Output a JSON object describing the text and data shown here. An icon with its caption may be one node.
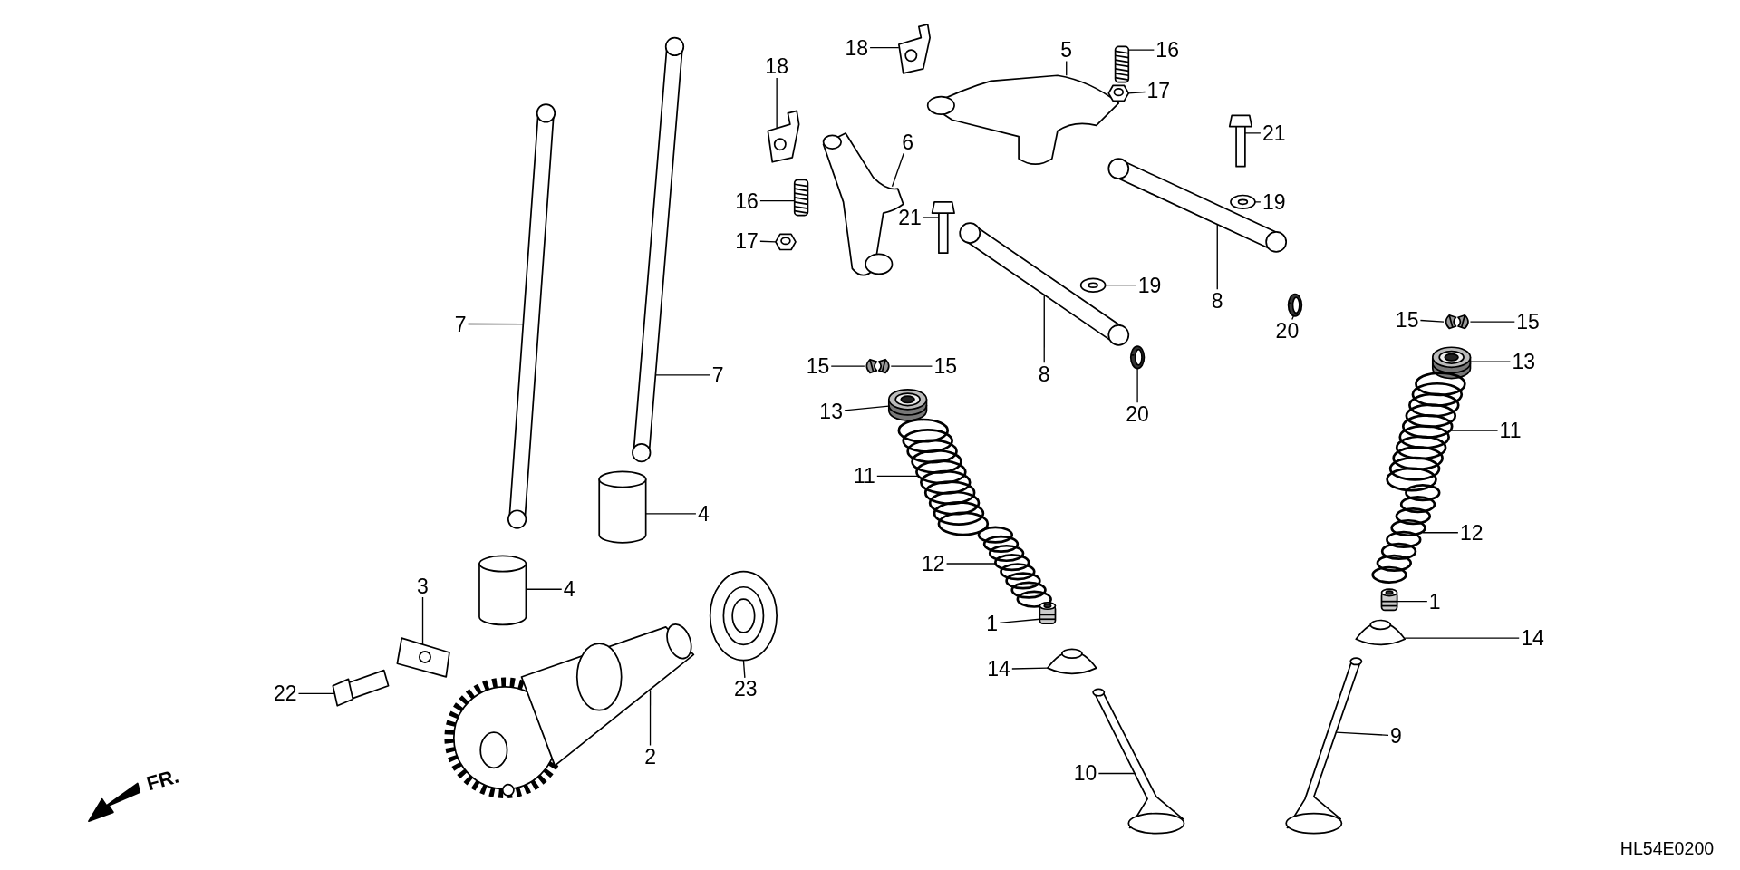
{
  "diagram": {
    "nodes": [
      {
        "text": [
          "18"
        ]
      },
      {
        "text": [
          "18"
        ]
      },
      {
        "text": [
          "5"
        ]
      },
      {
        "text": [
          "16"
        ]
      },
      {
        "text": [
          "17"
        ]
      },
      {
        "text": [
          "6"
        ]
      },
      {
        "text": [
          "21"
        ]
      },
      {
        "text": [
          "16"
        ]
      },
      {
        "text": [
          "17"
        ]
      },
      {
        "text": [
          "21"
        ]
      },
      {
        "text": [
          "19"
        ]
      },
      {
        "text": [
          "7"
        ]
      },
      {
        "text": [
          "19"
        ]
      },
      {
        "text": [
          "8"
        ]
      },
      {
        "text": [
          "20"
        ]
      },
      {
        "text": [
          "15"
        ]
      },
      {
        "text": [
          "15"
        ]
      },
      {
        "text": [
          "7"
        ]
      },
      {
        "text": [
          "15"
        ]
      },
      {
        "text": [
          "15"
        ]
      },
      {
        "text": [
          "8"
        ]
      },
      {
        "text": [
          "13"
        ]
      },
      {
        "text": [
          "13"
        ]
      },
      {
        "text": [
          "20"
        ]
      },
      {
        "text": [
          "11"
        ]
      },
      {
        "text": [
          "11"
        ]
      },
      {
        "text": [
          "4"
        ]
      },
      {
        "text": [
          "12"
        ]
      },
      {
        "text": [
          "12"
        ]
      },
      {
        "text": [
          "4"
        ]
      },
      {
        "text": [
          "3"
        ]
      },
      {
        "text": [
          "1"
        ]
      },
      {
        "text": [
          "1"
        ]
      },
      {
        "text": [
          "14"
        ]
      },
      {
        "text": [
          "14"
        ]
      },
      {
        "text": [
          "22"
        ]
      },
      {
        "text": [
          "23"
        ]
      },
      {
        "text": [
          "9"
        ]
      },
      {
        "text": [
          "2"
        ]
      },
      {
        "text": [
          "10"
        ]
      },
      {
        "text": [],
        "shape": "picture"
      },
      {
        "text": [],
        "shape": "picture"
      },
      {
        "text": [],
        "shape": "picture"
      },
      {
        "text": [],
        "shape": "picture"
      },
      {
        "text": [],
        "shape": "picture"
      },
      {
        "text": [],
        "shape": "picture"
      },
      {
        "text": [],
        "shape": "picture"
      },
      {
        "text": [],
        "shape": "picture"
      },
      {
        "text": [],
        "shape": "picture"
      },
      {
        "text": [],
        "shape": "picture"
      },
      {
        "text": [],
        "shape": "picture"
      },
      {
        "text": [],
        "shape": "picture"
      },
      {
        "text": [],
        "shape": "picture"
      },
      {
        "text": [],
        "shape": "picture"
      },
      {
        "text": [],
        "shape": "picture"
      },
      {
        "text": [],
        "shape": "picture"
      },
      {
        "text": [],
        "shape": "picture"
      },
      {
        "text": [],
        "shape": "picture"
      },
      {
        "text": [],
        "shape": "picture"
      },
      {
        "text": [],
        "shape": "picture"
      },
      {
        "text": [],
        "shape": "picture"
      },
      {
        "text": [],
        "shape": "picture"
      },
      {
        "text": [],
        "shape": "picture"
      },
      {
        "text": [],
        "shape": "picture"
      },
      {
        "text": [],
        "shape": "picture"
      },
      {
        "text": [],
        "shape": "picture"
      },
      {
        "text": [],
        "shape": "picture"
      },
      {
        "text": [],
        "shape": "picture"
      },
      {
        "text": [],
        "shape": "picture"
      },
      {
        "text": [],
        "shape": "picture"
      },
      {
        "text": [],
        "shape": "picture"
      },
      {
        "text": [],
        "shape": "picture"
      },
      {
        "text": [],
        "shape": "picture"
      },
      {
        "text": [],
        "shape": "picture"
      },
      {
        "text": [],
        "shape": "picture"
      },
      {
        "text": [],
        "shape": "picture"
      },
      {
        "text": [],
        "shape": "picture"
      },
      {
        "text": [],
        "shape": "picture"
      },
      {
        "text": [],
        "shape": "picture"
      },
      {
        "text": [],
        "shape": "picture"
      }
    ],
    "edges": [
      {
        "from": 0,
        "to": 52,
        "arrow": "none"
      },
      {
        "from": 1,
        "to": 53,
        "arrow": "none"
      },
      {
        "from": 2,
        "to": 49,
        "arrow": "none"
      },
      {
        "from": 3,
        "to": 55,
        "arrow": "none"
      },
      {
        "from": 4,
        "to": 57,
        "arrow": "none"
      },
      {
        "from": 5,
        "to": 48,
        "arrow": "none"
      },
      {
        "from": 6,
        "to": 58,
        "arrow": "none"
      },
      {
        "from": 7,
        "to": 54,
        "arrow": "none"
      },
      {
        "from": 8,
        "to": 56,
        "arrow": "none"
      },
      {
        "from": 9,
        "to": 59,
        "arrow": "none"
      },
      {
        "from": 10,
        "to": 60,
        "arrow": "none"
      },
      {
        "from": 11,
        "to": 40,
        "arrow": "none"
      },
      {
        "from": 12,
        "to": 61,
        "arrow": "none"
      },
      {
        "from": 13,
        "to": 51,
        "arrow": "none"
      },
      {
        "from": 14,
        "to": 63,
        "arrow": "none"
      },
      {
        "from": 15,
        "to": 66,
        "arrow": "none"
      },
      {
        "from": 16,
        "to": 67,
        "arrow": "none"
      },
      {
        "from": 17,
        "to": 41,
        "arrow": "none"
      },
      {
        "from": 18,
        "to": 64,
        "arrow": "none"
      },
      {
        "from": 19,
        "to": 65,
        "arrow": "none"
      },
      {
        "from": 20,
        "to": 50,
        "arrow": "none"
      },
      {
        "from": 21,
        "to": 69,
        "arrow": "none"
      },
      {
        "from": 22,
        "to": 68,
        "arrow": "none"
      },
      {
        "from": 23,
        "to": 62,
        "arrow": "none"
      },
      {
        "from": 24,
        "to": 71,
        "arrow": "none"
      },
      {
        "from": 25,
        "to": 70,
        "arrow": "none"
      },
      {
        "from": 26,
        "to": 42,
        "arrow": "none"
      },
      {
        "from": 27,
        "to": 73,
        "arrow": "none"
      },
      {
        "from": 28,
        "to": 72,
        "arrow": "none"
      },
      {
        "from": 29,
        "to": 43,
        "arrow": "none"
      },
      {
        "from": 30,
        "to": 44,
        "arrow": "none"
      },
      {
        "from": 31,
        "to": 75,
        "arrow": "none"
      },
      {
        "from": 32,
        "to": 74,
        "arrow": "none"
      },
      {
        "from": 33,
        "to": 77,
        "arrow": "none"
      },
      {
        "from": 34,
        "to": 76,
        "arrow": "none"
      },
      {
        "from": 35,
        "to": 45,
        "arrow": "none"
      },
      {
        "from": 36,
        "to": 47,
        "arrow": "none"
      },
      {
        "from": 37,
        "to": 79,
        "arrow": "none"
      },
      {
        "from": 38,
        "to": 46,
        "arrow": "none"
      },
      {
        "from": 39,
        "to": 78,
        "arrow": "none"
      }
    ],
    "labels": [
      "FR.",
      "HL54E0200"
    ]
  }
}
